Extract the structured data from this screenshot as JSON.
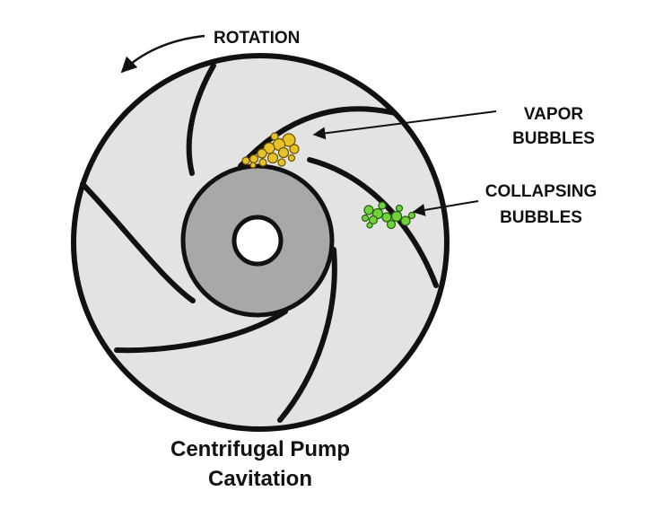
{
  "labels": {
    "rotation": "ROTATION",
    "vapor_line1": "VAPOR",
    "vapor_line2": "BUBBLES",
    "collapsing_line1": "COLLAPSING",
    "collapsing_line2": "BUBBLES",
    "caption_line1": "Centrifugal Pump",
    "caption_line2": "Cavitation"
  },
  "colors": {
    "outline": "#111111",
    "impeller_fill": "#e3e3e3",
    "hub_fill": "#a8a8a8",
    "vapor_bubbles": "#e8c22a",
    "collapsing_bubbles": "#6fd33c"
  }
}
